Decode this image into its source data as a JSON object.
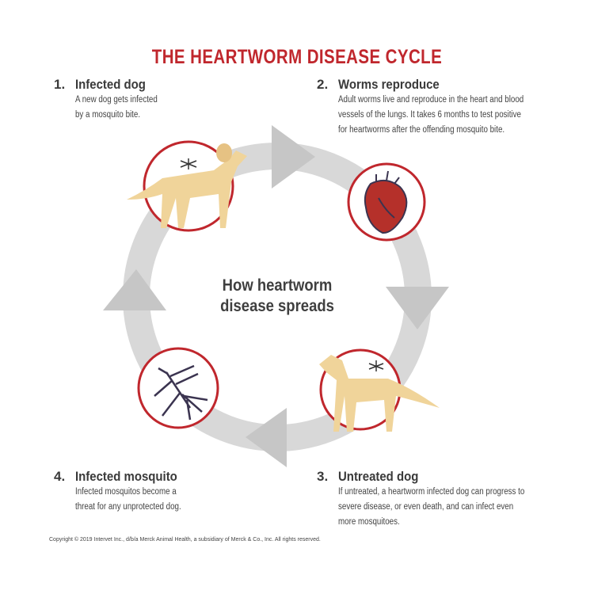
{
  "title": "THE HEARTWORM DISEASE CYCLE",
  "center_label": [
    "How heartworm",
    "disease spreads"
  ],
  "steps": [
    {
      "num": "1.",
      "heading": "Infected dog",
      "description": [
        "A new dog gets infected",
        "by a mosquito bite."
      ]
    },
    {
      "num": "2.",
      "heading": "Worms reproduce",
      "description": [
        "Adult worms live and reproduce in the heart and blood",
        "vessels of the lungs. It takes 6 months to test positive",
        "for heartworms after the offending mosquito bite."
      ]
    },
    {
      "num": "3.",
      "heading": "Untreated dog",
      "description": [
        "If untreated, a heartworm infected dog can progress to",
        "severe disease, or even death, and can infect even",
        "more mosquitoes."
      ]
    },
    {
      "num": "4.",
      "heading": "Infected mosquito",
      "description": [
        "Infected mosquitos become a",
        "threat for any unprotected dog."
      ]
    }
  ],
  "copyright": "Copyright © 2019 Intervet Inc., d/b/a Merck Animal Health, a subsidiary of Merck & Co., Inc. All rights reserved.",
  "colors": {
    "accent": "#c0272d",
    "ring": "#d6d6d6",
    "arrow": "#c4c4c4",
    "dog": "#f0d49a",
    "heart": "#b5302a"
  }
}
